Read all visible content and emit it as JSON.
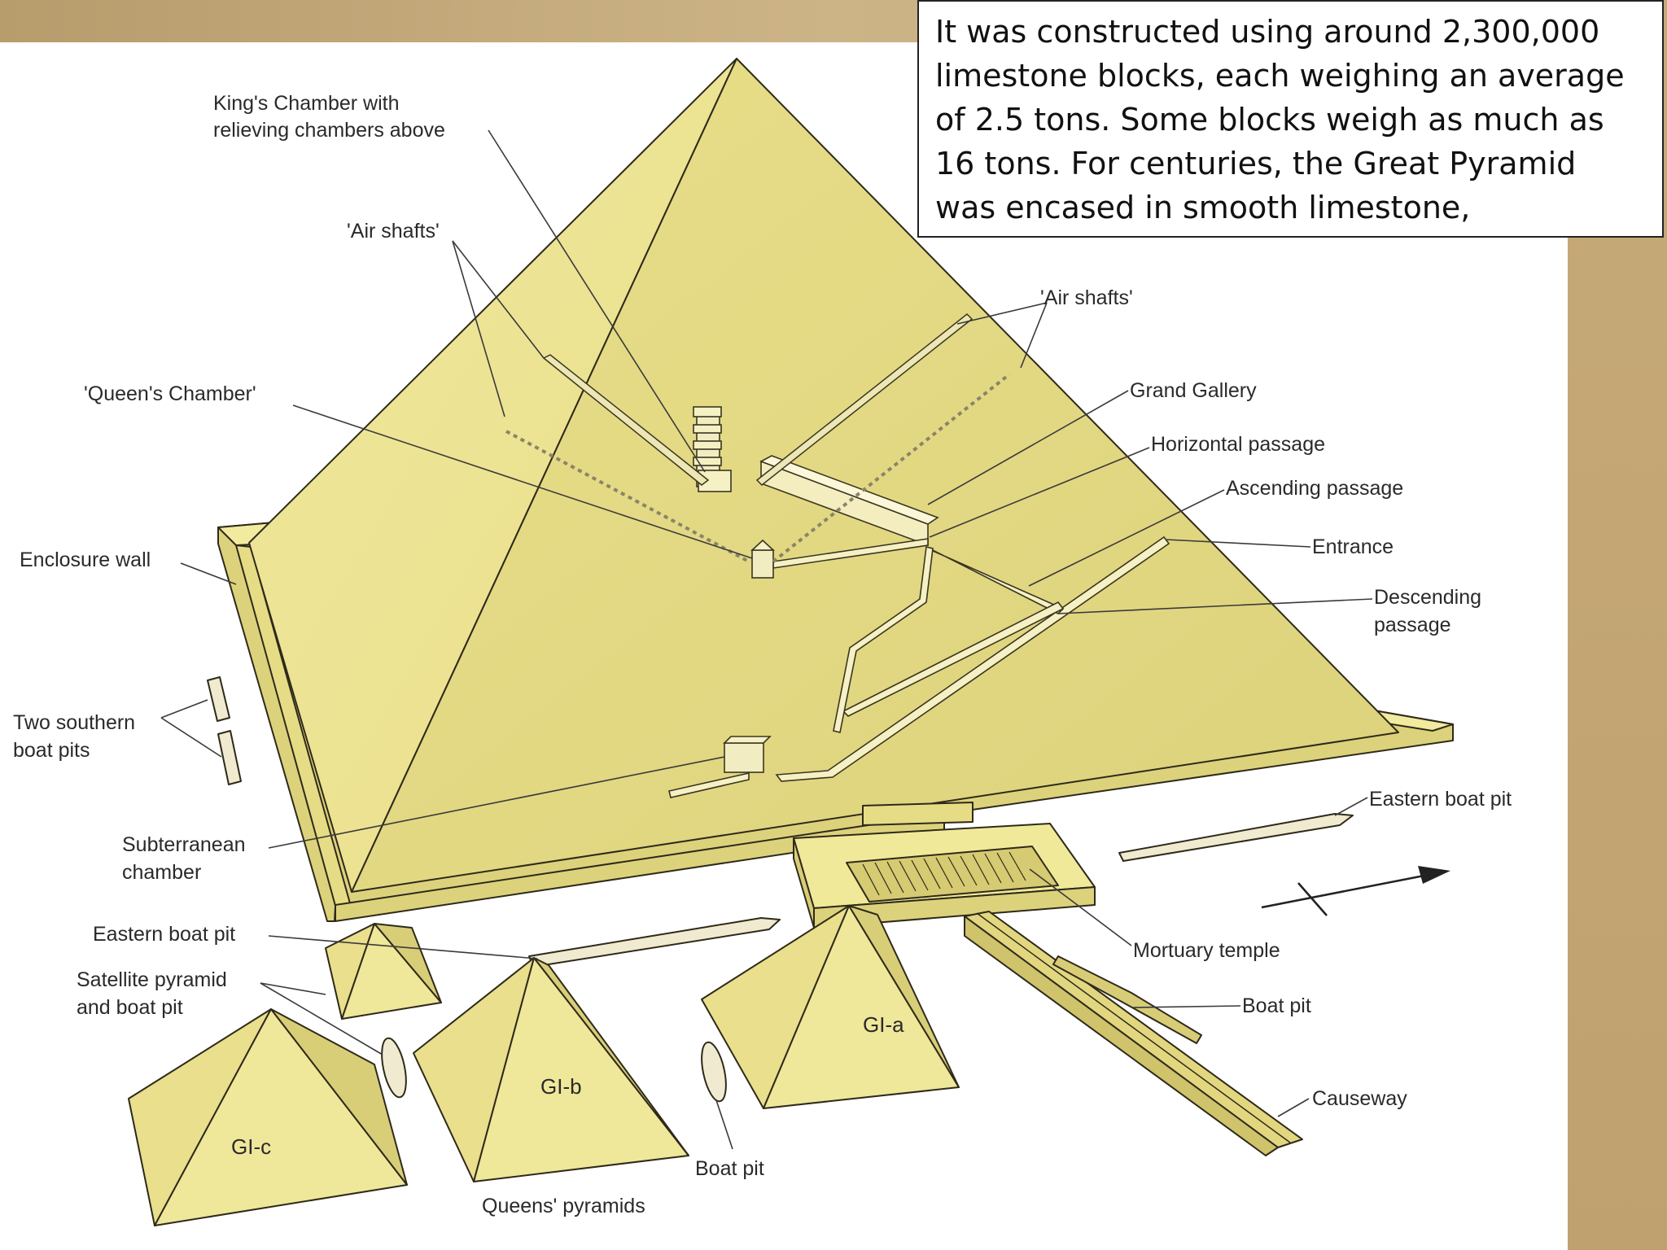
{
  "callout": {
    "text": "It was constructed using around 2,300,000 limestone blocks, each weighing an average of 2.5 tons. Some blocks weigh as much as 16 tons. For centuries, the Great Pyramid was encased in smooth limestone,"
  },
  "labels": {
    "kings_chamber_1": "King's Chamber with",
    "kings_chamber_2": "relieving chambers above",
    "air_shafts_left": "'Air shafts'",
    "air_shafts_right": "'Air shafts'",
    "queens_chamber": "'Queen's Chamber'",
    "grand_gallery": "Grand Gallery",
    "horizontal_passage": "Horizontal passage",
    "ascending_passage": "Ascending passage",
    "entrance": "Entrance",
    "descending_passage_1": "Descending",
    "descending_passage_2": "passage",
    "enclosure_wall": "Enclosure wall",
    "two_southern_boat_pits_1": "Two southern",
    "two_southern_boat_pits_2": "boat pits",
    "subterranean_chamber_1": "Subterranean",
    "subterranean_chamber_2": "chamber",
    "eastern_boat_pit_right": "Eastern boat pit",
    "eastern_boat_pit_left": "Eastern boat pit",
    "satellite_pyramid_1": "Satellite pyramid",
    "satellite_pyramid_2": "and boat pit",
    "mortuary_temple": "Mortuary temple",
    "boat_pit_right": "Boat pit",
    "causeway": "Causeway",
    "boat_pit_bottom": "Boat pit",
    "queens_pyramids": "Queens' pyramids",
    "gi_a": "GI-a",
    "gi_b": "GI-b",
    "gi_c": "GI-c"
  },
  "colors": {
    "frame_tan": "#c3a777",
    "pyramid_light": "#f1ea9c",
    "pyramid_mid": "#e6dc86",
    "pyramid_dark": "#c9bd60",
    "wall_top": "#f4ee9e",
    "wall_side": "#ddd07a"
  }
}
